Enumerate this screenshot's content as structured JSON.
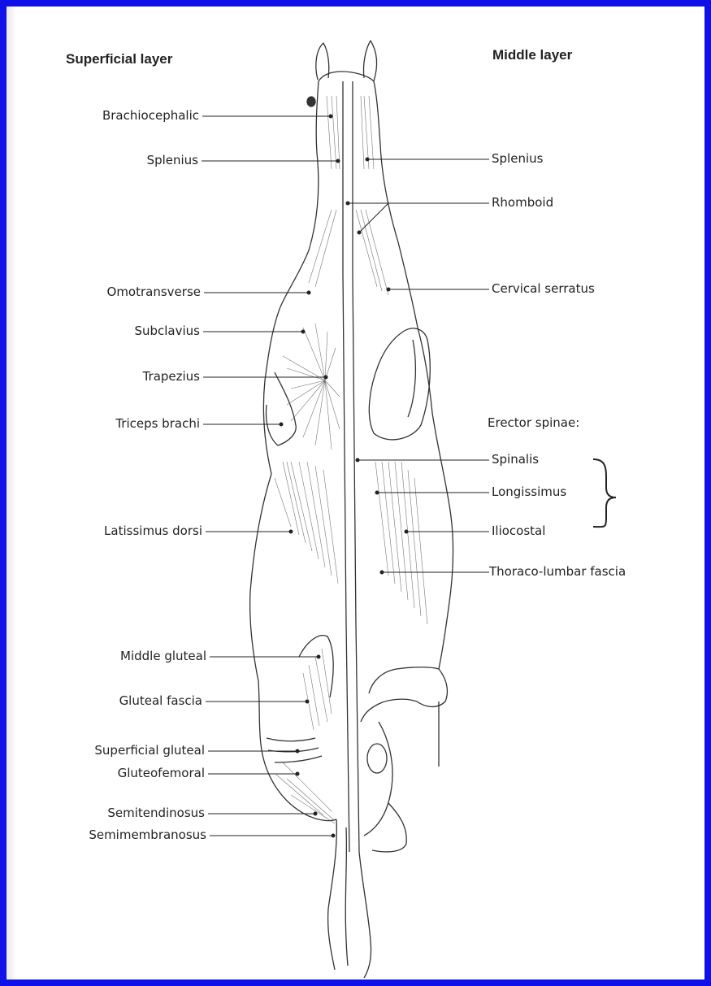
{
  "headings": {
    "left": "Superficial layer",
    "right": "Middle layer"
  },
  "left_labels": [
    "Brachiocephalic",
    "Splenius",
    "Omotransverse",
    "Subclavius",
    "Trapezius",
    "Triceps brachi",
    "Latissimus dorsi",
    "Middle gluteal",
    "Gluteal fascia",
    "Superficial gluteal",
    "Gluteofemoral",
    "Semitendinosus",
    "Semimembranosus"
  ],
  "right_labels": [
    "Splenius",
    "Rhomboid",
    "Cervical serratus",
    "Erector spinae:",
    "Spinalis",
    "Longissimus",
    "Iliocostal",
    "Thoraco-lumbar fascia"
  ],
  "colors": {
    "border": "#1010e8",
    "ink": "#222222"
  }
}
